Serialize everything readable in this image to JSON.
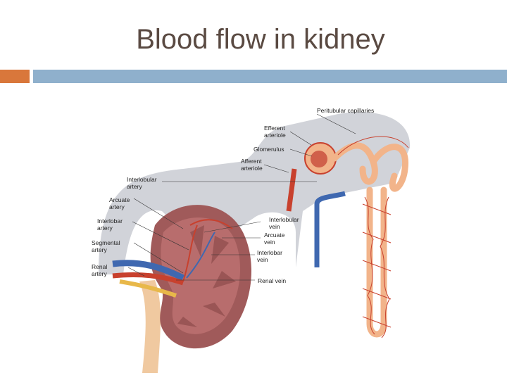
{
  "slide": {
    "title": "Blood flow in kidney",
    "accent_color": "#d9773b",
    "bar_color": "#8fb0cc"
  },
  "figure": {
    "labels": {
      "peritubular": "Peritubular capillaries",
      "efferent1": "Efferent",
      "efferent2": "arteriole",
      "glomerulus": "Glomerulus",
      "afferent1": "Afferent",
      "afferent2": "arteriole",
      "interlobular_a1": "Interlobular",
      "interlobular_a2": "artery",
      "arcuate_a1": "Arcuate",
      "arcuate_a2": "artery",
      "interlobar_a1": "Interlobar",
      "interlobar_a2": "artery",
      "segmental1": "Segmental",
      "segmental2": "artery",
      "renal_a1": "Renal",
      "renal_a2": "artery",
      "interlobular_v1": "Interlobular",
      "interlobular_v2": "vein",
      "arcuate_v1": "Arcuate",
      "arcuate_v2": "vein",
      "interlobar_v1": "Interlobar",
      "interlobar_v2": "vein",
      "renal_vein": "Renal vein"
    },
    "colors": {
      "artery": "#c8412e",
      "vein": "#3f68b0",
      "kidney": "#a05a5a",
      "tubule": "#f2b48a",
      "ureter": "#f0c9a0",
      "path": "#c9cbd2"
    }
  }
}
